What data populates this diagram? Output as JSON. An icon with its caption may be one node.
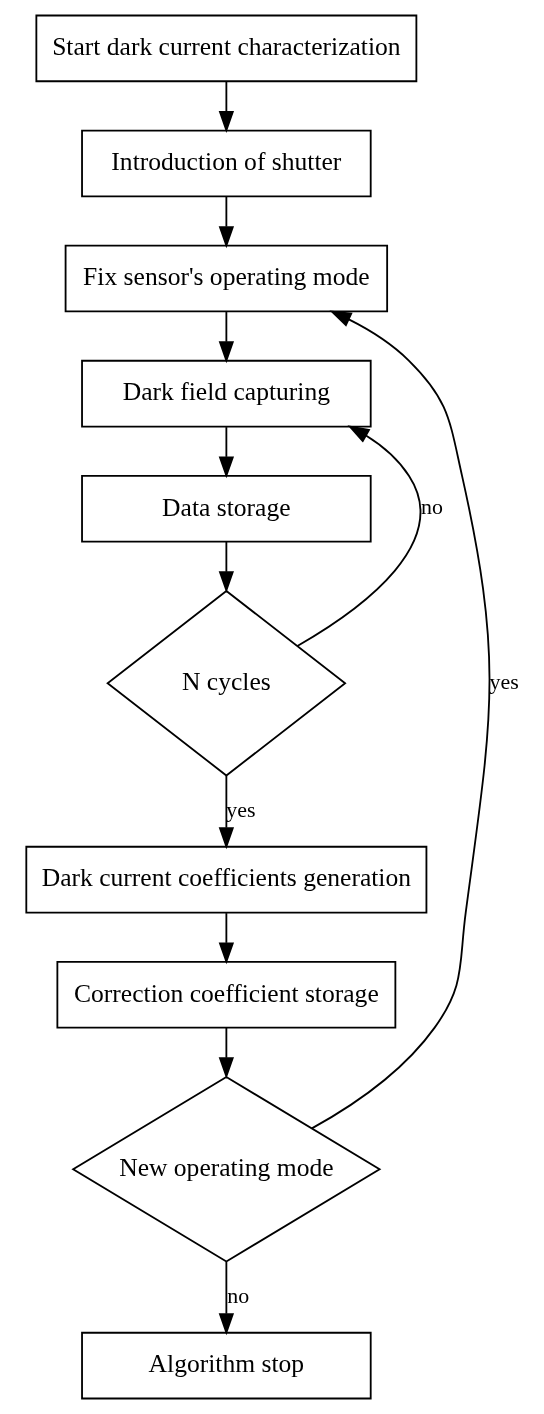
{
  "diagram": {
    "nodes": [
      {
        "text": [
          "Start dark current characterization"
        ]
      },
      {
        "text": [
          "Introduction of shutter"
        ]
      },
      {
        "text": [
          "Fix sensor's operating mode"
        ]
      },
      {
        "text": [
          "Dark field capturing"
        ]
      },
      {
        "text": [
          "Data storage"
        ]
      },
      {
        "text": [
          "N cycles"
        ]
      },
      {
        "text": [
          "Dark current coefficients generation"
        ]
      },
      {
        "text": [
          "Correction coefficient storage"
        ]
      },
      {
        "text": [
          "New operating mode"
        ]
      },
      {
        "text": [
          "Algorithm stop"
        ]
      }
    ],
    "edges": [
      {
        "from": 0,
        "to": 1,
        "arrow": "to"
      },
      {
        "from": 1,
        "to": 2,
        "arrow": "to"
      },
      {
        "from": 2,
        "to": 3,
        "arrow": "to"
      },
      {
        "from": 3,
        "to": 4,
        "arrow": "to"
      },
      {
        "from": 4,
        "to": 5,
        "arrow": "to"
      },
      {
        "from": 5,
        "to": 3,
        "arrow": "to",
        "label": "no"
      },
      {
        "from": 5,
        "to": 6,
        "arrow": "to",
        "label": "yes"
      },
      {
        "from": 6,
        "to": 7,
        "arrow": "to"
      },
      {
        "from": 7,
        "to": 8,
        "arrow": "to"
      },
      {
        "from": 8,
        "to": 2,
        "arrow": "to",
        "label": "yes"
      },
      {
        "from": 8,
        "to": 9,
        "arrow": "to",
        "label": "no"
      }
    ]
  }
}
